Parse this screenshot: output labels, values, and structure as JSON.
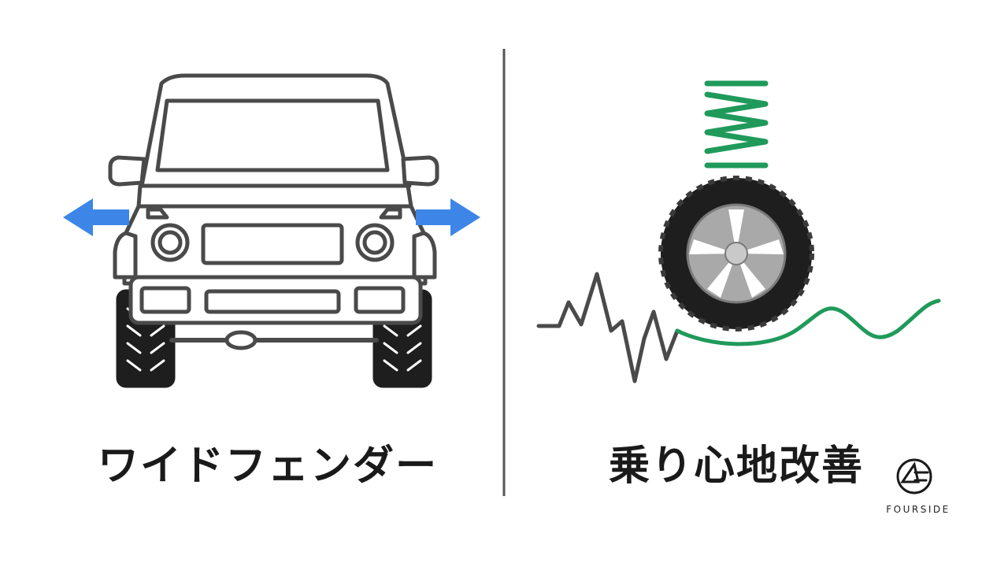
{
  "panels": {
    "left": {
      "caption": "ワイドフェンダー"
    },
    "right": {
      "caption": "乗り心地改善"
    }
  },
  "brand": {
    "name": "FOURSIDE"
  },
  "colors": {
    "outline": "#4a4a4a",
    "arrow": "#3d86e8",
    "spring": "#1f9a5a",
    "tire": "#1e1e1e",
    "rim": "#a9a9a9",
    "divider": "#555555"
  },
  "icons": [
    "vehicle-front-icon",
    "arrow-left-icon",
    "arrow-right-icon",
    "coil-spring-icon",
    "wheel-icon",
    "road-vibration-wave-icon",
    "brand-logo-icon"
  ]
}
